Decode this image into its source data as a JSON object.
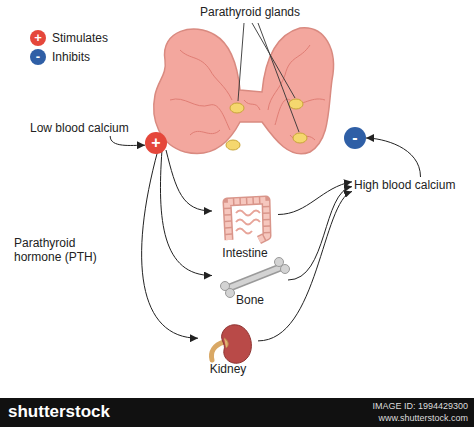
{
  "diagram": {
    "nodes": [
      {
        "text": [
          "Parathyroid glands"
        ]
      },
      {
        "text": [
          "Low blood calcium"
        ]
      },
      {
        "text": [
          "+"
        ]
      },
      {
        "text": [
          "-"
        ]
      },
      {
        "text": [
          "Intestine"
        ]
      },
      {
        "text": [
          "Bone"
        ]
      },
      {
        "text": [
          "Kidney"
        ]
      },
      {
        "text": [
          "High blood calcium"
        ]
      }
    ],
    "edges": [
      {
        "from": 1,
        "to": 2,
        "arrow": "to"
      },
      {
        "from": 0,
        "to": 4,
        "arrow": "to"
      },
      {
        "from": 0,
        "to": 5,
        "arrow": "to"
      },
      {
        "from": 0,
        "to": 6,
        "arrow": "to"
      },
      {
        "from": 4,
        "to": 7,
        "arrow": "to"
      },
      {
        "from": 5,
        "to": 7,
        "arrow": "to"
      },
      {
        "from": 6,
        "to": 7,
        "arrow": "to"
      },
      {
        "from": 7,
        "to": 3,
        "arrow": "to"
      }
    ],
    "labels": [
      "+",
      "-",
      "Parathyroid hormone (PTH)",
      "shutterstock",
      "IMAGE ID: 1994429300",
      "www.shutterstock.com"
    ],
    "legend": [
      {
        "text": "Stimulates",
        "color": "#e5473b"
      },
      {
        "text": "Inhibits",
        "color": "#2f5fa6"
      }
    ]
  }
}
